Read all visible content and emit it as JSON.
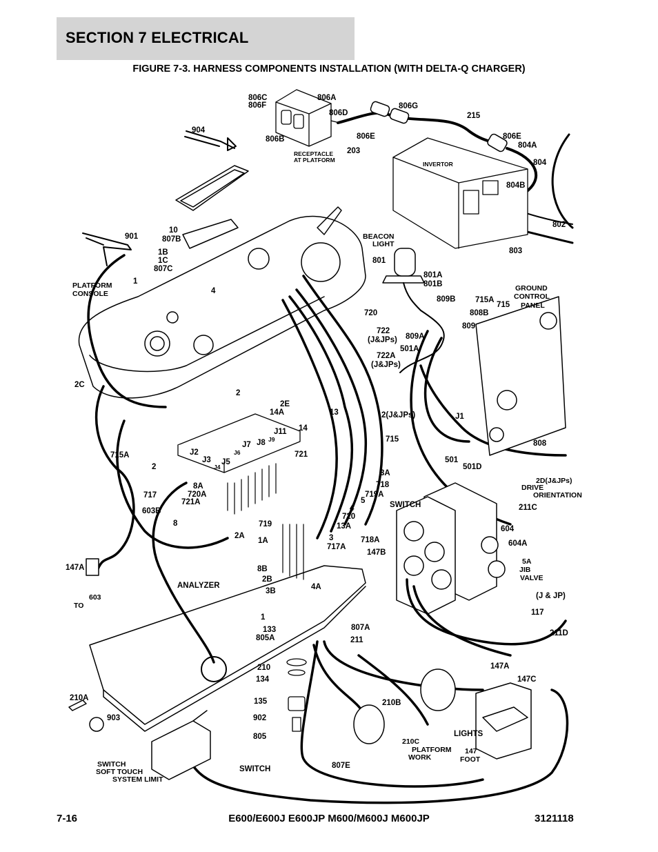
{
  "header": {
    "section": "SECTION 7   ELECTRICAL"
  },
  "figure": {
    "title": "FIGURE 7-3. HARNESS COMPONENTS INSTALLATION (WITH DELTA-Q CHARGER)"
  },
  "footer": {
    "page": "7-16",
    "models": "E600/E600J E600JP M600/M600J M600JP",
    "doc_number": "3121118"
  },
  "labels": [
    "806C",
    "806F",
    "806A",
    "806D",
    "806G",
    "215",
    "806B",
    "806E",
    "203",
    "806E",
    "804A",
    "904",
    "RECEPTACLE",
    "AT PLATFORM",
    "INVERTOR",
    "804",
    "804B",
    "802",
    "803",
    "10",
    "807B",
    "901",
    "1B",
    "1C",
    "807C",
    "BEACON",
    "LIGHT",
    "801",
    "801A",
    "801B",
    "PLATFORM",
    "CONSOLE",
    "1",
    "4",
    "720",
    "722",
    "(J&JPs)",
    "722A",
    "(J&JPs)",
    "809B",
    "809A",
    "501A",
    "809",
    "808B",
    "715A",
    "715",
    "GROUND",
    "CONTROL",
    "PANEL",
    "2C",
    "2",
    "2E",
    "14A",
    "13",
    "14",
    "2(J&JPs)",
    "J11",
    "J9",
    "J8",
    "J7",
    "J6",
    "J5",
    "J4",
    "J3",
    "J2",
    "J1",
    "715",
    "808",
    "501",
    "501D",
    "715A",
    "2",
    "721",
    "3A",
    "718",
    "717",
    "8A",
    "720A",
    "721A",
    "719A",
    "5",
    "4",
    "720",
    "13A",
    "2D(J&JPs)",
    "DRIVE",
    "ORIENTATION",
    "SWITCH",
    "211C",
    "604",
    "604A",
    "603B",
    "8",
    "719",
    "2A",
    "1A",
    "3",
    "717A",
    "718A",
    "147B",
    "147A",
    "8B",
    "2B",
    "3B",
    "4A",
    "5A",
    "JIB",
    "VALVE",
    "(J & JP)",
    "603",
    "TO",
    "ANALYZER",
    "1",
    "133",
    "805A",
    "807A",
    "117",
    "211D",
    "211",
    "147A",
    "147C",
    "210",
    "134",
    "135",
    "210A",
    "903",
    "902",
    "210B",
    "805",
    "210C",
    "PLATFORM",
    "WORK",
    "LIGHTS",
    "147",
    "FOOT",
    "SWITCH",
    "SOFT TOUCH",
    "SYSTEM LIMIT",
    "SWITCH",
    "807E",
    "210"
  ]
}
